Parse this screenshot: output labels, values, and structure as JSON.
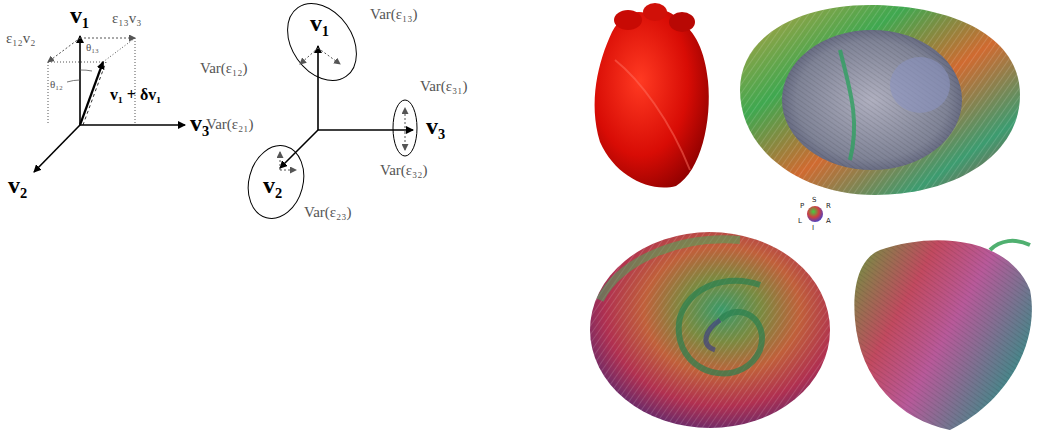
{
  "diagram": {
    "labels": [
      "v₁",
      "ε₁₃v₃",
      "ε₁₂v₂",
      "θ₁₃",
      "θ₁₂",
      "v₁ + δv₁",
      "v₃",
      "v₂",
      "v₁",
      "Var(ε₁₃)",
      "Var(ε₁₂)",
      "Var(ε₃₁)",
      "Var(ε₂₁)",
      "v₃",
      "v₂",
      "Var(ε₃₂)",
      "Var(ε₂₃)",
      "S",
      "P",
      "R",
      "L",
      "A",
      "I"
    ]
  }
}
